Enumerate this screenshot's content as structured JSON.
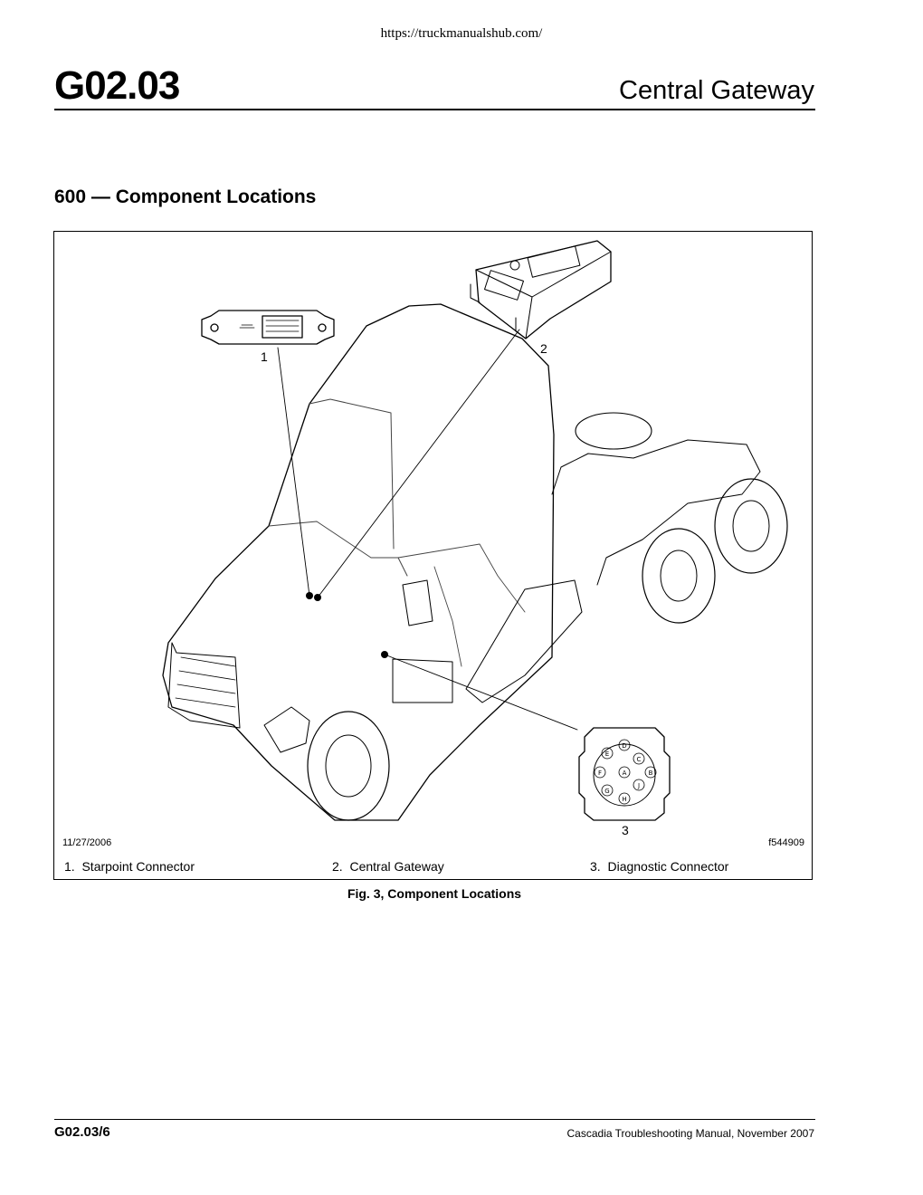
{
  "page": {
    "url": "https://truckmanualshub.com/",
    "code": "G02.03",
    "title": "Central Gateway",
    "section": "600 — Component Locations"
  },
  "figure": {
    "date": "11/27/2006",
    "id": "f544909",
    "callouts": [
      "1",
      "2",
      "3"
    ],
    "legend": [
      {
        "num": "1.",
        "label": "Starpoint Connector"
      },
      {
        "num": "2.",
        "label": "Central Gateway"
      },
      {
        "num": "3.",
        "label": "Diagnostic Connector"
      }
    ],
    "pins": [
      "D",
      "E",
      "C",
      "F",
      "A",
      "B",
      "G",
      "J",
      "H"
    ],
    "caption": "Fig. 3, Component Locations"
  },
  "footer": {
    "page_ref": "G02.03/6",
    "manual": "Cascadia Troubleshooting Manual, November 2007"
  }
}
